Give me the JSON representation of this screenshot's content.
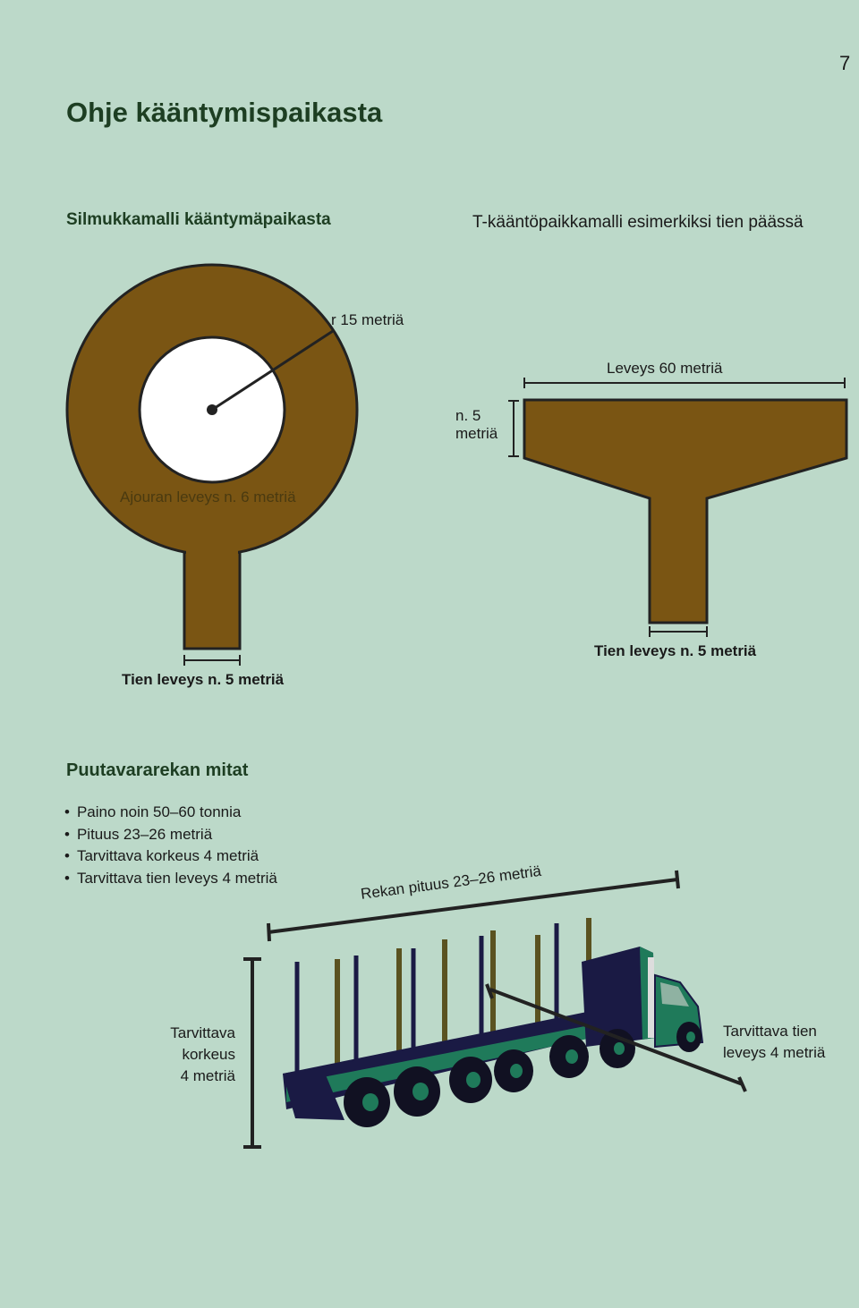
{
  "page_number": "7",
  "title": "Ohje kääntymispaikasta",
  "loop_model": {
    "heading": "Silmukkamalli kääntymäpaikasta",
    "radius_label": "r 15 metriä",
    "lane_label": "Ajouran leveys n. 6 metriä",
    "road_label": "Tien leveys n. 5 metriä"
  },
  "t_model": {
    "heading": "T-kääntöpaikkamalli esimerkiksi tien päässä",
    "width_label": "Leveys 60 metriä",
    "depth_label_line1": "n. 5",
    "depth_label_line2": "metriä",
    "road_label": "Tien leveys n. 5 metriä"
  },
  "truck": {
    "heading": "Puutavararekan mitat",
    "specs": [
      "Paino noin 50–60 tonnia",
      "Pituus 23–26 metriä",
      "Tarvittava korkeus 4 metriä",
      "Tarvittava tien leveys 4 metriä"
    ],
    "length_label": "Rekan pituus 23–26 metriä",
    "height_label_lines": [
      "Tarvittava",
      "korkeus",
      "4 metriä"
    ],
    "width_label_lines": [
      "Tarvittava tien",
      "leveys 4 metriä"
    ]
  },
  "colors": {
    "background": "#bcd9c9",
    "ground": "#7a5513",
    "truck_cab": "#1f7a5a",
    "trailer": "#1a1a44"
  }
}
